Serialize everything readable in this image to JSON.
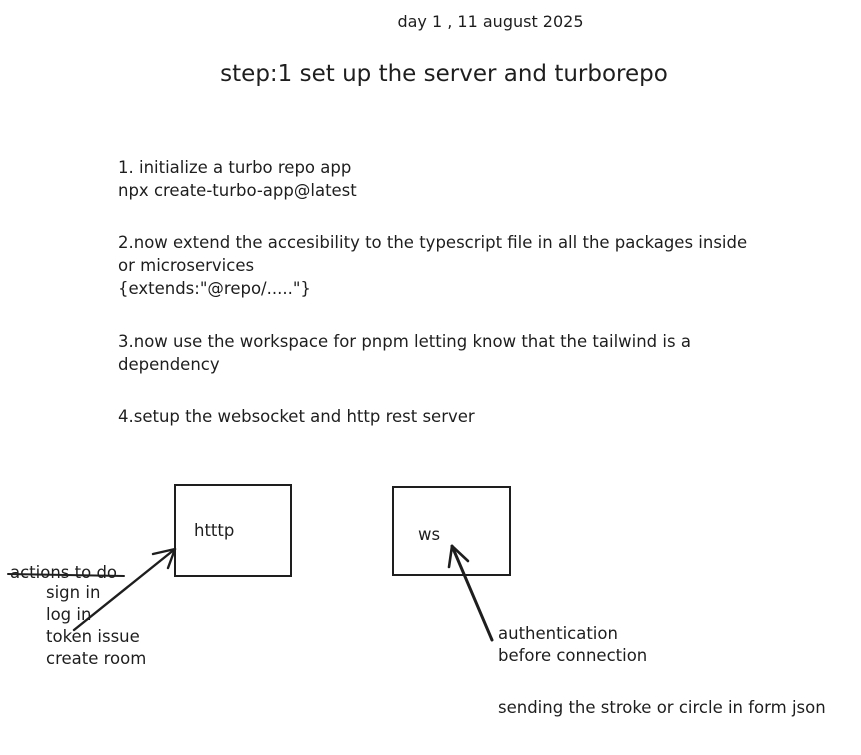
{
  "header": {
    "date": "day 1 , 11 august 2025",
    "title": "step:1 set up the server and turborepo"
  },
  "steps": [
    {
      "lines": [
        "1. initialize a turbo repo app",
        "npx create-turbo-app@latest"
      ]
    },
    {
      "lines": [
        "2.now extend the accesibility to the typescript file in all the packages inside",
        "or microservices",
        "{extends:\"@repo/.....\"}"
      ]
    },
    {
      "lines": [
        "3.now use the workspace for pnpm letting know that the tailwind is a",
        "dependency"
      ]
    },
    {
      "lines": [
        "4.setup the websocket and http rest server"
      ]
    }
  ],
  "diagram": {
    "http_box": {
      "label": "htttp"
    },
    "ws_box": {
      "label": "ws"
    },
    "actions": {
      "heading": "actions to do",
      "items": [
        "sign in",
        "log in",
        "token issue",
        "create room"
      ]
    },
    "ws_notes": {
      "lines": [
        "authentication",
        "before connection"
      ],
      "extra": "sending the stroke or circle in form json"
    }
  },
  "colors": {
    "ink": "#1e1e1e",
    "background": "#ffffff"
  }
}
